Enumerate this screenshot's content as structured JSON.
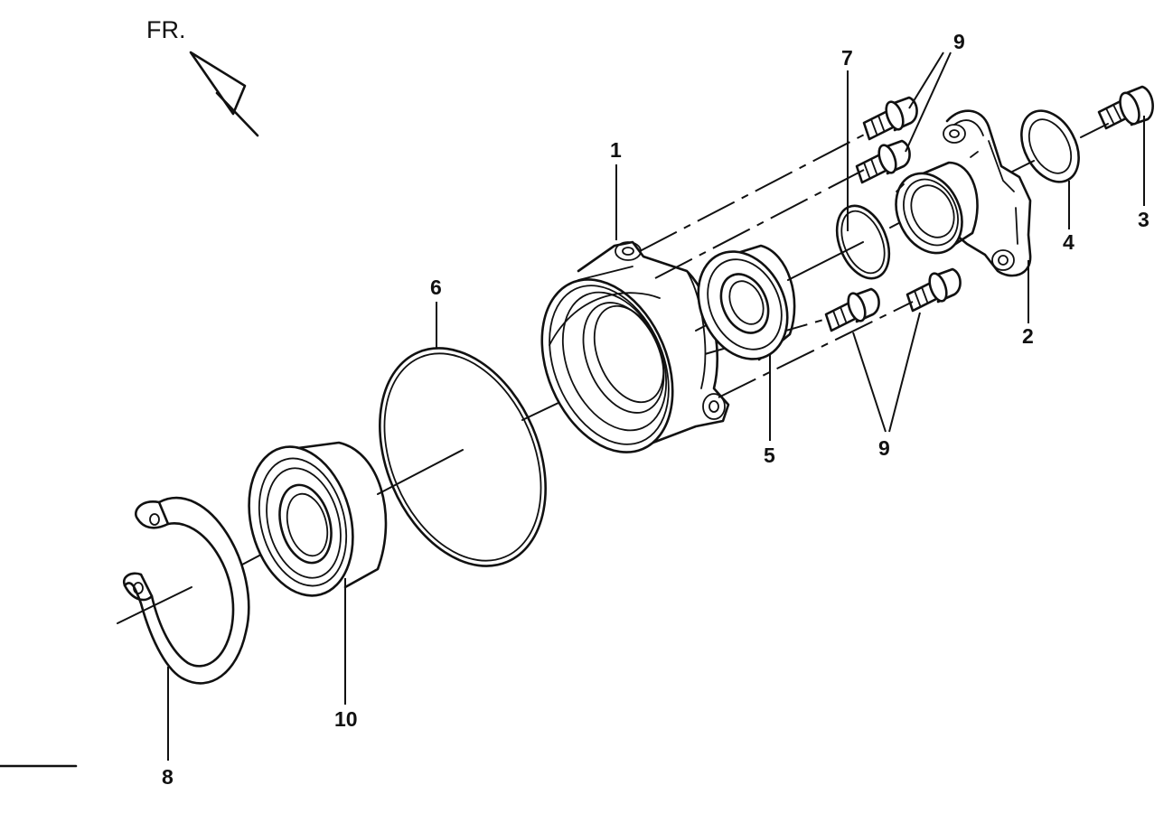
{
  "diagram": {
    "orientation_label": "FR.",
    "callouts": {
      "part_1": "1",
      "part_2": "2",
      "part_3": "3",
      "part_4": "4",
      "part_5": "5",
      "part_6": "6",
      "part_7": "7",
      "part_8": "8",
      "part_9_upper": "9",
      "part_9_lower": "9",
      "part_10": "10"
    }
  }
}
